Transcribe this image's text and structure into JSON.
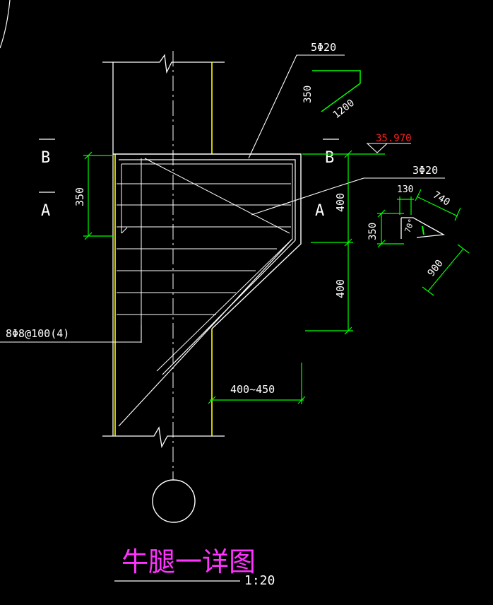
{
  "drawing": {
    "title": "牛腿一详图",
    "scale": "1:20",
    "section_marks": {
      "b_left": "B",
      "a_left": "A",
      "b_right": "B",
      "a_right": "A"
    },
    "elevation": "35.970",
    "rebar": {
      "top_bars": "5Φ20",
      "diagonal_bars": "3Φ20",
      "stirrups": "8Φ8@100(4)"
    },
    "dims": {
      "left_350": "350",
      "right_upper_400": "400",
      "right_lower_400": "400",
      "width_range": "400~450",
      "detail_top_350": "350",
      "detail_top_1200": "1200",
      "detail_side_130": "130",
      "detail_side_740": "740",
      "detail_side_350": "350",
      "detail_side_900": "900",
      "detail_angle": "70°"
    }
  },
  "colors": {
    "outline": "#ffffff",
    "column_edge": "#ffff00",
    "dimension": "#00ff00",
    "elevation": "#ff2020",
    "title": "#ff33ff"
  }
}
